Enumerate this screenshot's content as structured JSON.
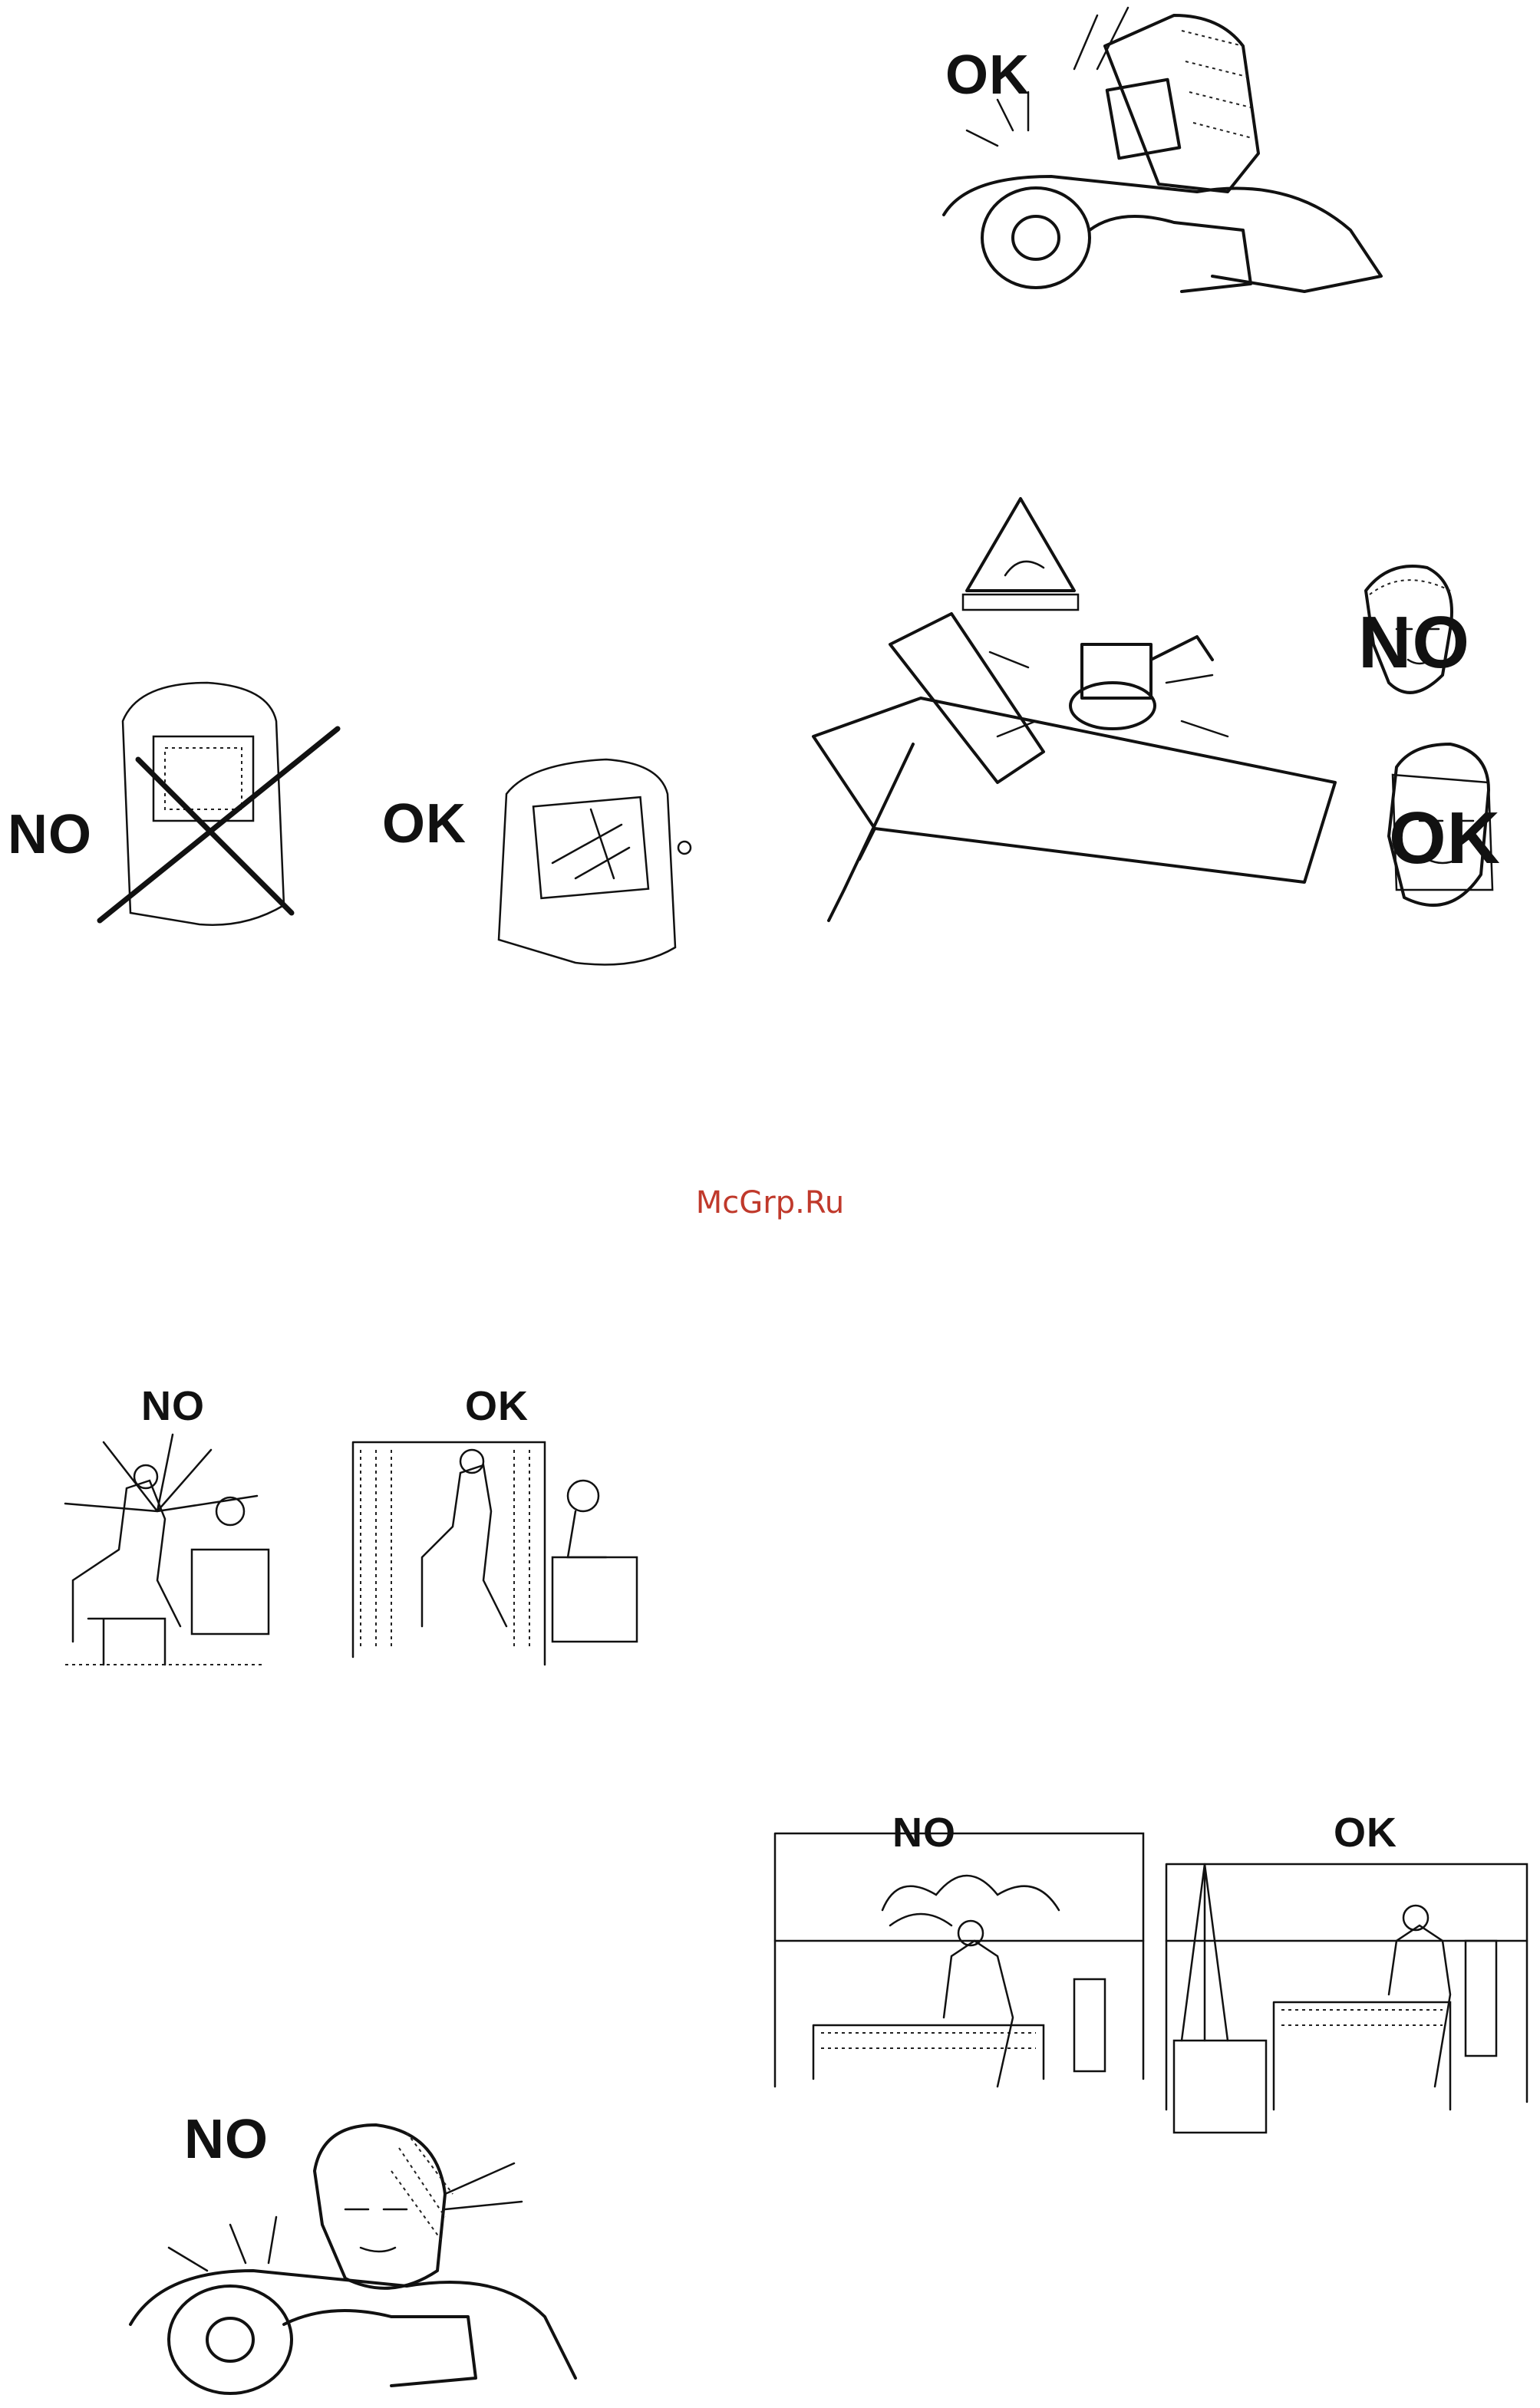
{
  "watermark": "McGrp.Ru",
  "labels": {
    "top_ok": "OK",
    "mask_no": "NO",
    "mask_ok": "OK",
    "grind_no": "NO",
    "grind_ok": "OK",
    "booth_no": "NO",
    "booth_ok": "OK",
    "vent_no": "NO",
    "vent_ok": "OK",
    "bottom_no": "NO"
  },
  "icons": {
    "warning_sign": "warning-triangle-icon"
  }
}
